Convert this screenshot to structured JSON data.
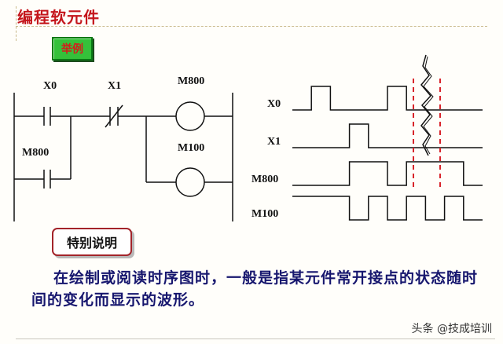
{
  "header": {
    "title": "编程软元件",
    "example_button": "举例"
  },
  "ladder": {
    "contacts": [
      "X0",
      "X1",
      "M800"
    ],
    "coils": [
      "M800",
      "M100"
    ]
  },
  "timing": {
    "signals": [
      {
        "name": "X0",
        "levels": [
          0,
          1,
          0,
          0,
          0,
          1,
          0,
          0,
          0,
          0
        ],
        "break_after_segment": 6
      },
      {
        "name": "X1",
        "levels": [
          0,
          0,
          0,
          1,
          0,
          0,
          0,
          0,
          0,
          0
        ]
      },
      {
        "name": "M800",
        "levels": [
          0,
          0,
          0,
          1,
          1,
          0,
          1,
          1,
          1,
          0
        ]
      },
      {
        "name": "M100",
        "levels": [
          1,
          1,
          1,
          0,
          1,
          0,
          1,
          0,
          1,
          0
        ]
      }
    ]
  },
  "note": {
    "label": "特别说明",
    "text": "在绘制或阅读时序图时，一般是指某元件常开接点的状态随时间的变化而显示的波形。"
  },
  "watermark": "头条 @技成培训",
  "colors": {
    "title": "#c4161c",
    "note_text": "#16166e",
    "example_bg": "#35c13a",
    "dashed_marker": "#d8242a"
  }
}
